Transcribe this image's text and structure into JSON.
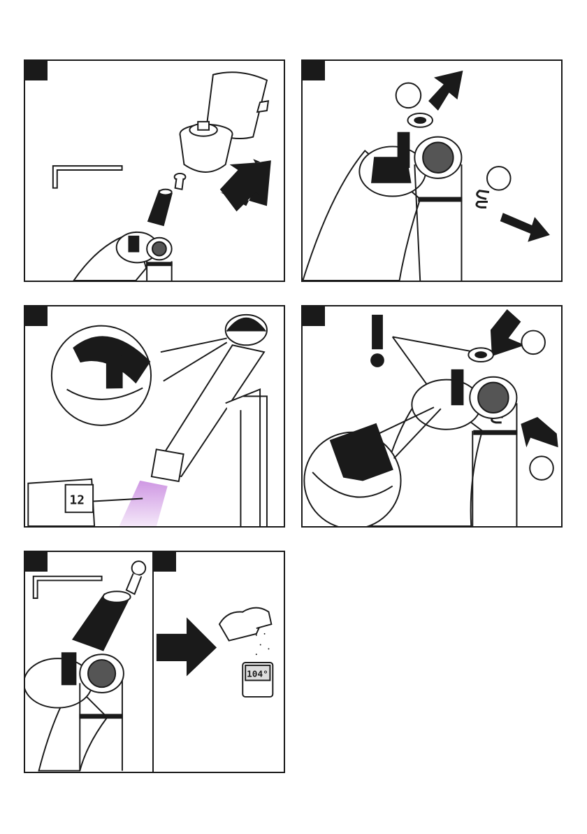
{
  "figure": {
    "panels": [
      {
        "id": "p1",
        "description_icons": [
          "hex-key-icon",
          "handle-icon",
          "cartridge-icon",
          "arrow-icon"
        ]
      },
      {
        "id": "p2",
        "description_icons": [
          "washer-icon",
          "clip-icon",
          "arrow-icon"
        ]
      },
      {
        "id": "p3",
        "description_icons": [
          "thermometer-icon",
          "magnifier-icon"
        ]
      },
      {
        "id": "p4",
        "description_icons": [
          "warning-icon",
          "washer-icon",
          "clip-icon",
          "arrow-icon"
        ]
      },
      {
        "id": "p5",
        "description_icons": [
          "hex-key-icon",
          "cartridge-icon"
        ]
      },
      {
        "id": "p6",
        "description_icons": [
          "hand-icon",
          "thermometer-icon",
          "arrow-icon"
        ]
      }
    ],
    "thermometer_reading_1": "12",
    "thermometer_reading_2": "104°"
  },
  "colors": {
    "ink": "#1a1a1a",
    "water_glow": "#c98be0"
  }
}
